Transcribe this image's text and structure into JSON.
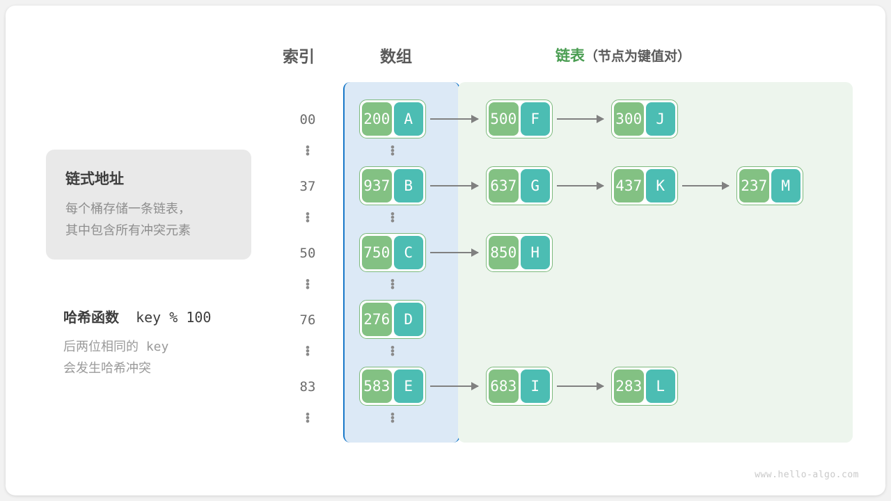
{
  "headers": {
    "index": "索引",
    "array": "数组",
    "list_strong": "链表",
    "list_sub": "（节点为键值对）"
  },
  "info_card": {
    "title": "链式地址",
    "body": "每个桶存储一条链表，\n其中包含所有冲突元素"
  },
  "hash": {
    "title_label": "哈希函数",
    "title_expr": "key % 100",
    "body_line1": "后两位相同的",
    "body_key": "key",
    "body_line2": "会发生哈希冲突"
  },
  "ellipsis": "⋮",
  "colors": {
    "key_cell": "#83c183",
    "value_cell": "#4cbdb3",
    "node_border": "#7cb97c",
    "array_panel_bg": "#dce9f6",
    "array_panel_border": "#1878c8",
    "list_panel_bg": "#edf5ed",
    "arrow": "#808080",
    "heading_green": "#4a9d52",
    "card_bg": "#e9e9e9"
  },
  "buckets": [
    {
      "index": "00",
      "nodes": [
        {
          "key": "200",
          "value": "A"
        },
        {
          "key": "500",
          "value": "F"
        },
        {
          "key": "300",
          "value": "J"
        }
      ]
    },
    {
      "index": "37",
      "nodes": [
        {
          "key": "937",
          "value": "B"
        },
        {
          "key": "637",
          "value": "G"
        },
        {
          "key": "437",
          "value": "K"
        },
        {
          "key": "237",
          "value": "M"
        }
      ]
    },
    {
      "index": "50",
      "nodes": [
        {
          "key": "750",
          "value": "C"
        },
        {
          "key": "850",
          "value": "H"
        }
      ]
    },
    {
      "index": "76",
      "nodes": [
        {
          "key": "276",
          "value": "D"
        }
      ]
    },
    {
      "index": "83",
      "nodes": [
        {
          "key": "583",
          "value": "E"
        },
        {
          "key": "683",
          "value": "I"
        },
        {
          "key": "283",
          "value": "L"
        }
      ]
    }
  ],
  "watermark": "www.hello-algo.com"
}
